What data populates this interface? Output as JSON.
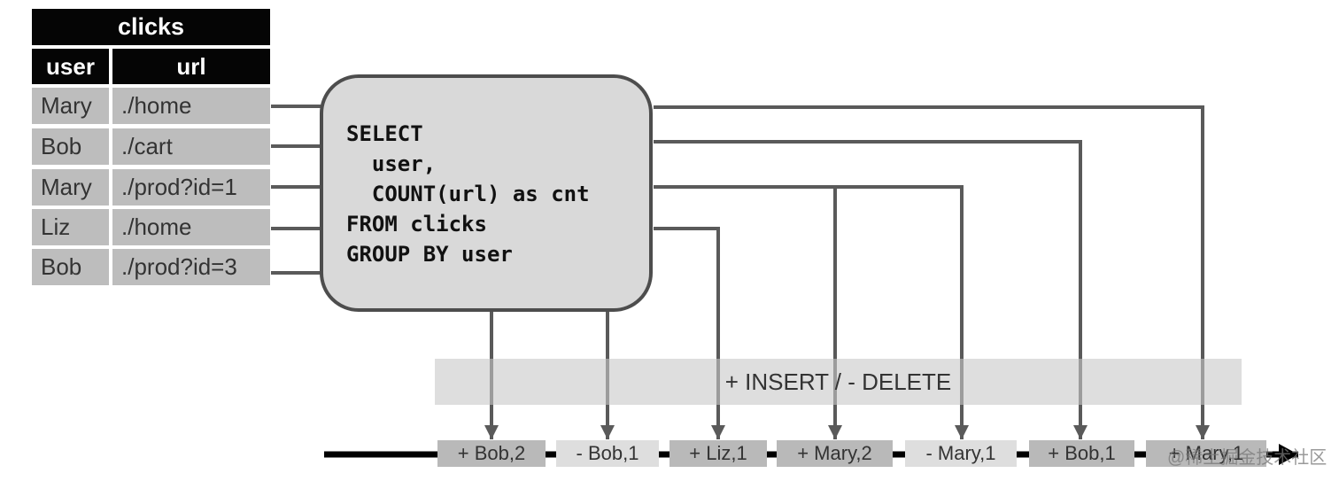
{
  "table": {
    "name": "clicks",
    "columns": [
      "user",
      "url"
    ],
    "rows": [
      [
        "Mary",
        "./home"
      ],
      [
        "Bob",
        "./cart"
      ],
      [
        "Mary",
        "./prod?id=1"
      ],
      [
        "Liz",
        "./home"
      ],
      [
        "Bob",
        "./prod?id=3"
      ]
    ]
  },
  "query": "SELECT\n  user,\n  COUNT(url) as cnt\nFROM clicks\nGROUP BY user",
  "band_label": "+ INSERT / - DELETE",
  "output": [
    {
      "label": "+ Bob,2",
      "kind": "insert"
    },
    {
      "label": "- Bob,1",
      "kind": "delete"
    },
    {
      "label": "+ Liz,1",
      "kind": "insert"
    },
    {
      "label": "+ Mary,2",
      "kind": "insert"
    },
    {
      "label": "- Mary,1",
      "kind": "delete"
    },
    {
      "label": "+ Bob,1",
      "kind": "insert"
    },
    {
      "label": "+ Mary,1",
      "kind": "insert"
    }
  ],
  "watermark": "@稀土掘金技术社区",
  "colors": {
    "wire": "#5a5a5a",
    "axis": "#000000"
  }
}
